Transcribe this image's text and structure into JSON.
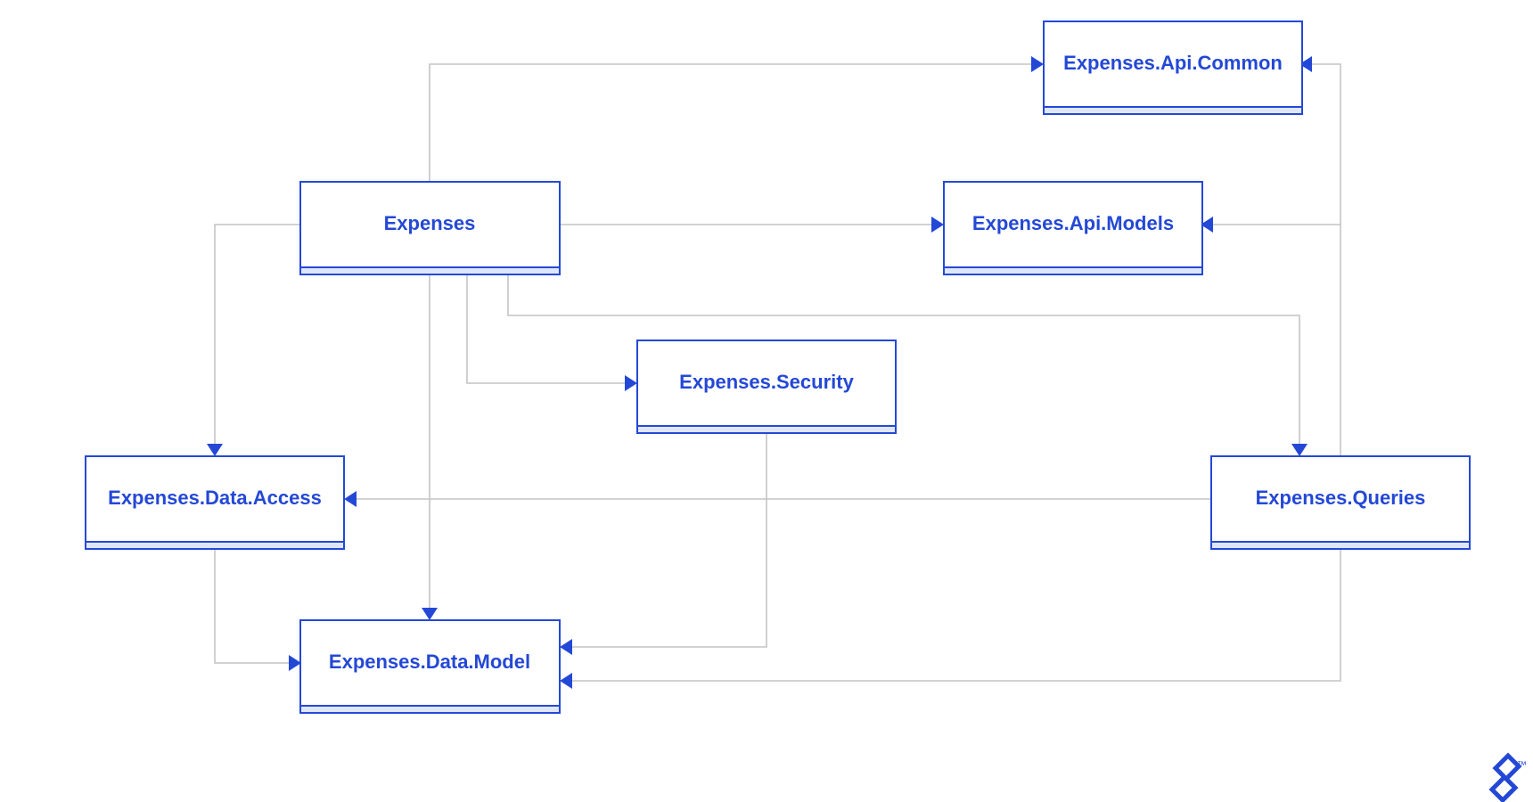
{
  "diagram": {
    "nodes": [
      {
        "id": "api-common",
        "label": "Expenses.Api.Common"
      },
      {
        "id": "expenses",
        "label": "Expenses"
      },
      {
        "id": "api-models",
        "label": "Expenses.Api.Models"
      },
      {
        "id": "security",
        "label": "Expenses.Security"
      },
      {
        "id": "data-access",
        "label": "Expenses.Data.Access"
      },
      {
        "id": "queries",
        "label": "Expenses.Queries"
      },
      {
        "id": "data-model",
        "label": "Expenses.Data.Model"
      }
    ],
    "edges": [
      {
        "from": "expenses",
        "to": "api-common"
      },
      {
        "from": "expenses",
        "to": "api-models"
      },
      {
        "from": "expenses",
        "to": "data-access"
      },
      {
        "from": "expenses",
        "to": "data-model"
      },
      {
        "from": "expenses",
        "to": "security"
      },
      {
        "from": "expenses",
        "to": "queries"
      },
      {
        "from": "queries",
        "to": "api-common"
      },
      {
        "from": "queries",
        "to": "api-models"
      },
      {
        "from": "queries",
        "to": "data-access"
      },
      {
        "from": "queries",
        "to": "data-model"
      },
      {
        "from": "security",
        "to": "data-model"
      },
      {
        "from": "data-access",
        "to": "data-model"
      }
    ],
    "colors": {
      "node_border": "#2448d6",
      "node_text": "#2448d6",
      "node_footer": "#dfe6f7",
      "edge": "#c4c4c4",
      "arrow": "#2448d6"
    }
  },
  "branding": {
    "logo_icon": "toptal-logo-icon",
    "trademark": "™"
  }
}
